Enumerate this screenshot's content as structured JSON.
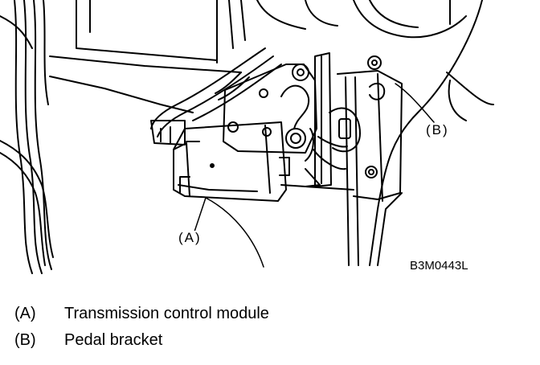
{
  "callouts": {
    "a": "(A)",
    "b": "(B)"
  },
  "figure_code": "B3M0443L",
  "legend": [
    {
      "key": "(A)",
      "text": "Transmission control module"
    },
    {
      "key": "(B)",
      "text": "Pedal bracket"
    }
  ]
}
